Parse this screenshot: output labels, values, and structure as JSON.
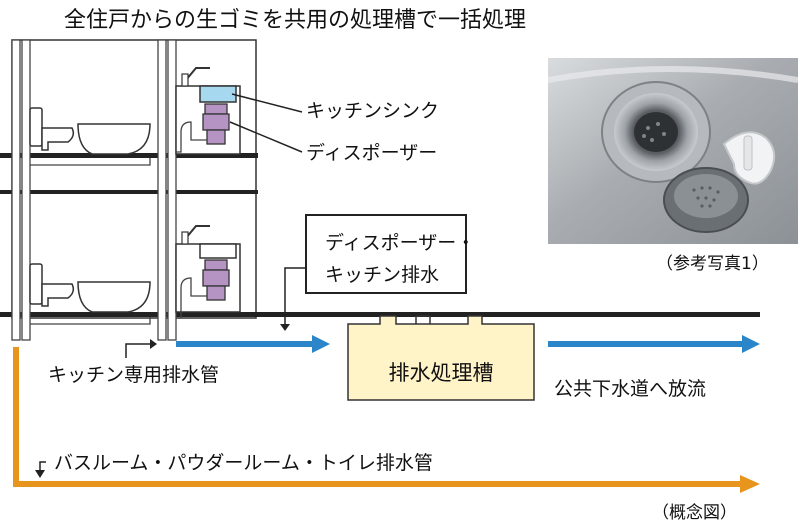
{
  "title": "全住戸からの生ゴミを共用の処理槽で一括処理",
  "labels": {
    "kitchen_sink": "キッチンシンク",
    "disposer": "ディスポーザー",
    "callout_line1": "ディスポーザー・",
    "callout_line2": "キッチン排水",
    "kitchen_drain_pipe": "キッチン専用排水管",
    "treatment_tank": "排水処理槽",
    "public_sewer": "公共下水道へ放流",
    "bathroom_drain_pipe": "バスルーム・パウダールーム・トイレ排水管",
    "photo_caption": "（参考写真1）",
    "concept_caption": "（概念図）"
  },
  "colors": {
    "kitchen_flow": "#2a86c8",
    "bathroom_flow": "#e8951e",
    "tank_fill": "#fff3c8",
    "disposer": "#b594c4",
    "sink_water": "#a6d8f0"
  }
}
